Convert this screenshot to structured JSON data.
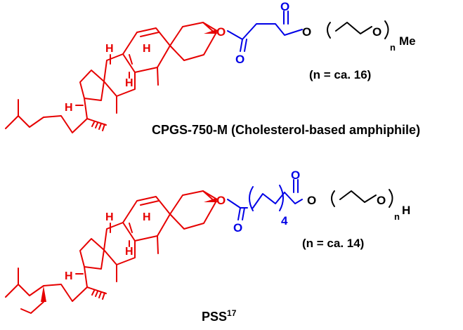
{
  "structures": [
    {
      "name": "CPGS-750-M (Cholesterol-based amphiphile)",
      "repeat_note": "(n = ca. 16)",
      "terminal": "Me",
      "repeat_index": "n",
      "spacer_index": ""
    },
    {
      "name": "PSS",
      "name_superscript": "17",
      "repeat_note": "(n = ca. 14)",
      "terminal": "H",
      "repeat_index": "n",
      "spacer_index": "4"
    }
  ],
  "atoms": {
    "oxygen": "O",
    "hydrogen": "H"
  },
  "colors": {
    "steroid": "#e60000",
    "linker": "#0000e6",
    "peg": "#000000"
  }
}
